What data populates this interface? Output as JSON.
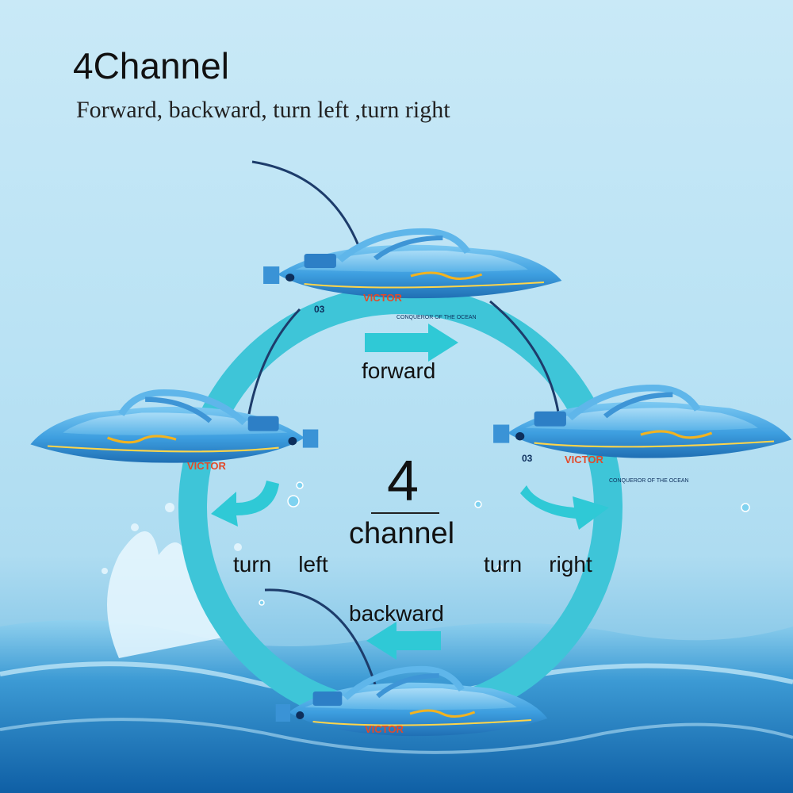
{
  "heading": {
    "title": "4Channel",
    "subtitle": "Forward, backward, turn left ,turn right"
  },
  "directions": {
    "forward": "forward",
    "backward": "backward",
    "left_a": "turn",
    "left_b": "left",
    "right_a": "turn",
    "right_b": "right"
  },
  "center": {
    "number": "4",
    "word": "channel"
  },
  "boats": {
    "name": "VICTOR",
    "hull_number": "03",
    "hull_text": "CONQUEROR OF THE OCEAN"
  },
  "colors": {
    "ring": "#3ec5d8",
    "arrow": "#2fc9d6",
    "hull": "#4aa9e4",
    "water": "#1f78bf"
  }
}
